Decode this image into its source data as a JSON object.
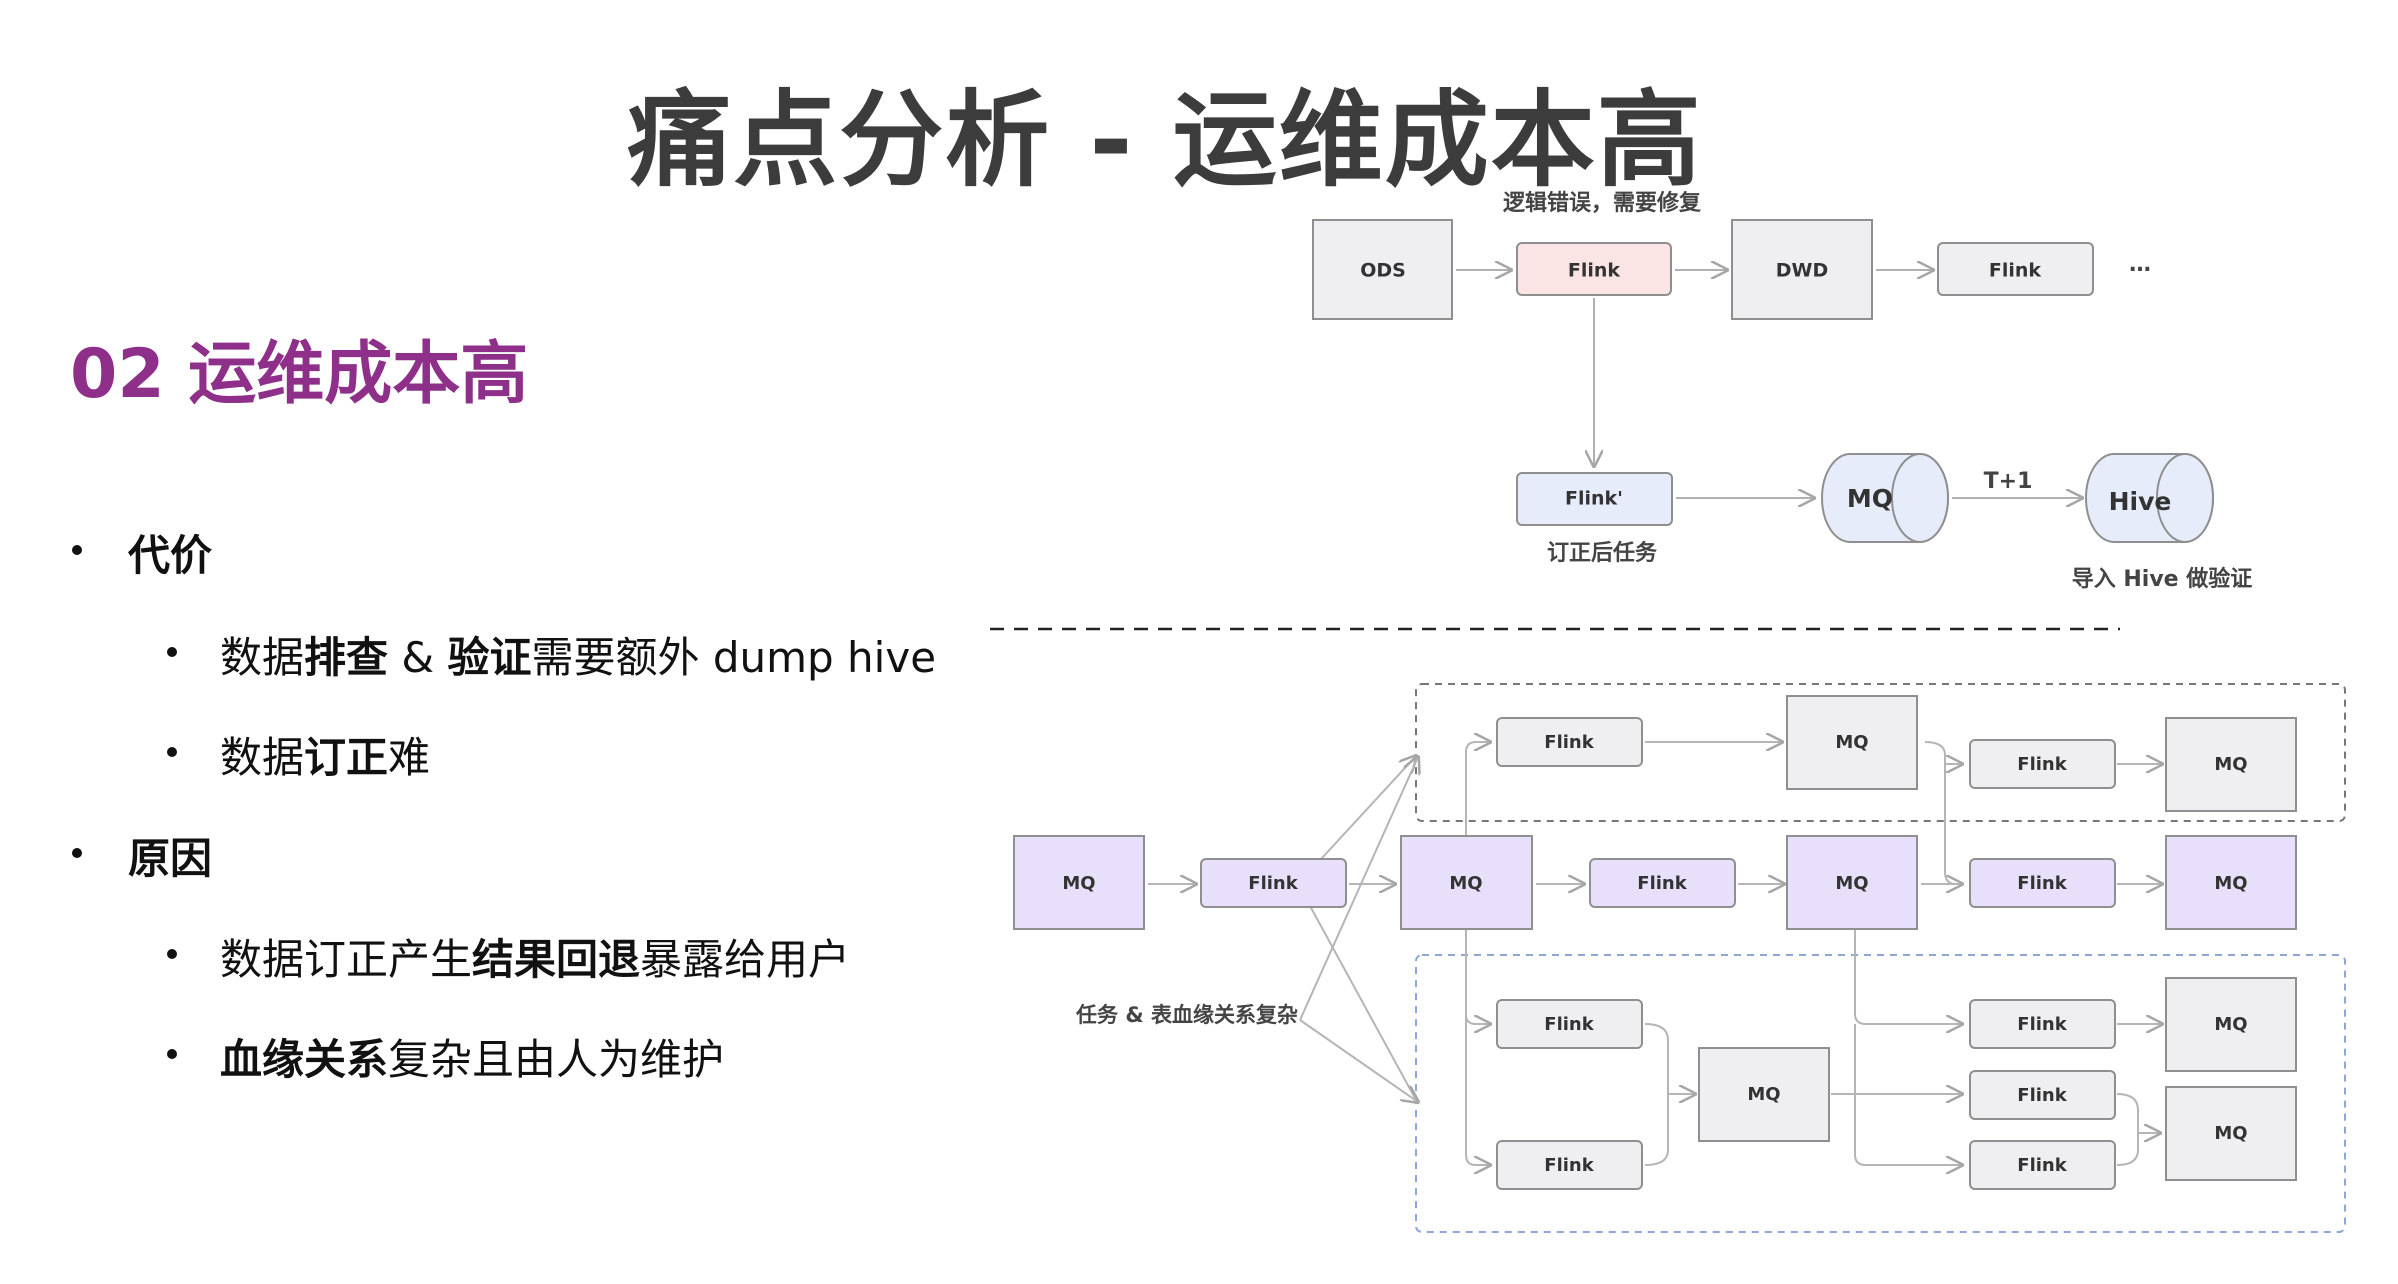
{
  "title": "痛点分析 - 运维成本高",
  "section_title": "02 运维成本高",
  "bullets": {
    "cost_heading": "代价",
    "cost_1": {
      "t1": "数据",
      "b1": "排查",
      "t2": " & ",
      "b2": "验证",
      "t3": "需要额外 dump hive"
    },
    "cost_2": {
      "t1": "数据",
      "b1": "订正",
      "t2": "难"
    },
    "reason_heading": "原因",
    "reason_1": {
      "t1": "数据订正产生",
      "b1": "结果回退",
      "t2": "暴露给用户"
    },
    "reason_2": {
      "b1": "血缘关系",
      "t1": "复杂且由人为维护"
    }
  },
  "top_diagram": {
    "annotation_top": "逻辑错误，需要修复",
    "ods": "ODS",
    "flink_1": "Flink",
    "dwd": "DWD",
    "flink_2": "Flink",
    "ellipsis": "…",
    "flink_fixed": "Flink'",
    "flink_fixed_caption": "订正后任务",
    "mq": "MQ",
    "t_plus_1": "T+1",
    "hive": "Hive",
    "hive_caption": "导入 Hive 做验证"
  },
  "bottom_diagram": {
    "lineage_caption": "任务 & 表血缘关系复杂",
    "mq": "MQ",
    "flink": "Flink"
  },
  "colors": {
    "title": "#3c3c3c",
    "section_title": "#8e2f8a",
    "box_gray": "#efeff1",
    "box_pink": "#fbe4e4",
    "box_blue": "#e6ecfa",
    "box_purple": "#e8e0fb"
  }
}
